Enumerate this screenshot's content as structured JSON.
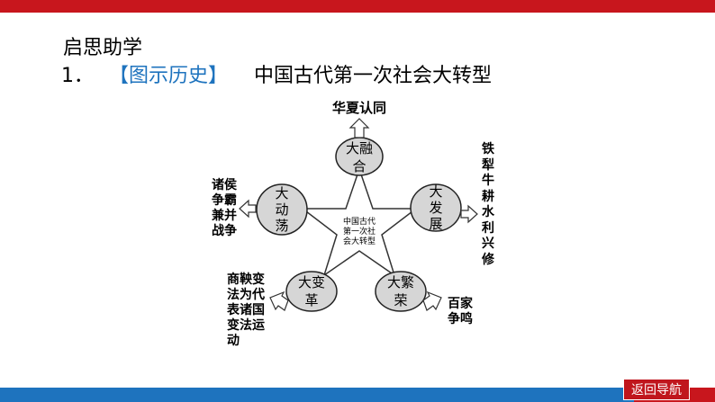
{
  "colors": {
    "top_bar_red": "#c8161d",
    "bottom_bar_blue": "#1e73be",
    "bottom_bar_red": "#c8161d",
    "bracket_blue": "#1e73be",
    "node_fill": "#d6d6d6"
  },
  "header": {
    "section_title": "启思助学",
    "item_number": "1．",
    "item_tag": "【图示历史】",
    "item_title": "中国古代第一次社会大转型"
  },
  "diagram": {
    "center": [
      "中国古代",
      "第一次社",
      "会大转型"
    ],
    "nodes": {
      "top": [
        "大融",
        "合"
      ],
      "right": [
        "大",
        "发",
        "展"
      ],
      "bottom_right": [
        "大繁",
        "荣"
      ],
      "bottom_left": [
        "大变",
        "革"
      ],
      "left": [
        "大",
        "动",
        "荡"
      ]
    },
    "outcomes": {
      "top": "华夏认同",
      "right": [
        "铁",
        "犁",
        "牛",
        "耕",
        "水",
        "利",
        "兴",
        "修"
      ],
      "bottom_right": [
        "百家",
        "争鸣"
      ],
      "bottom_left": [
        "商鞅变",
        "法为代",
        "表诸国",
        "变法运",
        "动"
      ],
      "left": [
        "诸侯",
        "争霸",
        "兼并",
        "战争"
      ]
    }
  },
  "nav": {
    "back_label": "返回导航",
    "icon": "back-arrow-icon"
  }
}
